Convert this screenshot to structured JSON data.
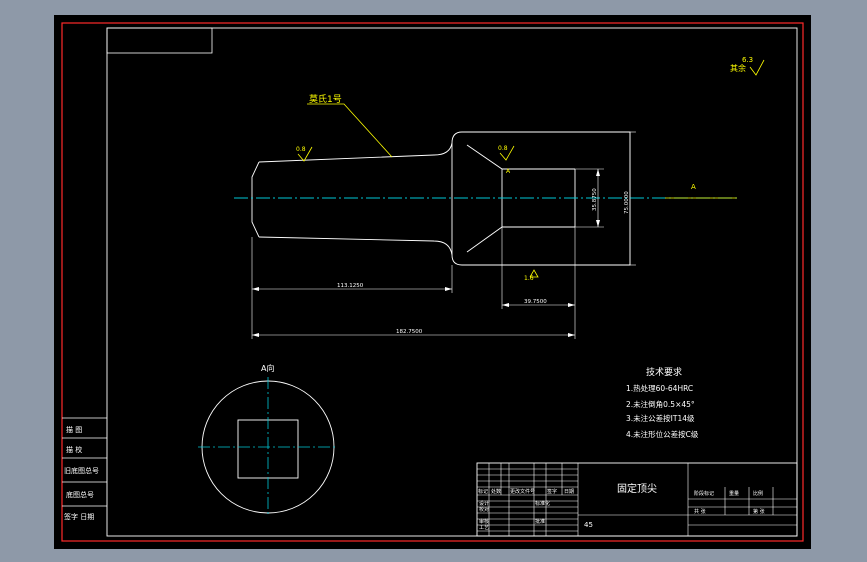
{
  "colors": {
    "outer_frame": "#ff2a2a",
    "geometry": "#ffffff",
    "centerline": "#00c8d6",
    "leader": "#ffff00"
  },
  "drawing": {
    "roughness_corner": "6.3",
    "roughness_corner_suffix": "其余",
    "leader_callout": "莫氏1号",
    "roughness_left": "0.8",
    "roughness_face": "0.8",
    "roughness_face_suffix": "A",
    "roughness_bottom": "1.6",
    "datum_label": "A",
    "dim_inner_diam": "35.8750",
    "dim_outer_diam": "75.0000",
    "dim_shank_length": "113.1250",
    "dim_bore_depth": "39.7500",
    "dim_overall_length": "182.7500",
    "view_label": "A向"
  },
  "tech": {
    "title": "技术要求",
    "items": [
      "1.热处理60-64HRC",
      "2.未注倒角0.5×45°",
      "3.未注公差按IT14级",
      "4.未注形位公差按C级"
    ]
  },
  "left_strip": {
    "rows": [
      "描  图",
      "描  校",
      "旧底图总号",
      "底图总号",
      "签字  日期"
    ]
  },
  "title_block": {
    "part_name": "固定顶尖",
    "material": "45",
    "labels": {
      "mark": "标记",
      "count": "处数",
      "change_doc": "更改文件号",
      "signature": "签字",
      "date": "日期",
      "design": "设计",
      "check": "校对",
      "audit": "审核",
      "standardize": "标准化",
      "approve": "批准",
      "process": "工艺",
      "stage_mark": "阶段标记",
      "weight": "重量",
      "scale": "比例",
      "sheets_total": "共  张",
      "sheet_no": "第  张"
    }
  }
}
